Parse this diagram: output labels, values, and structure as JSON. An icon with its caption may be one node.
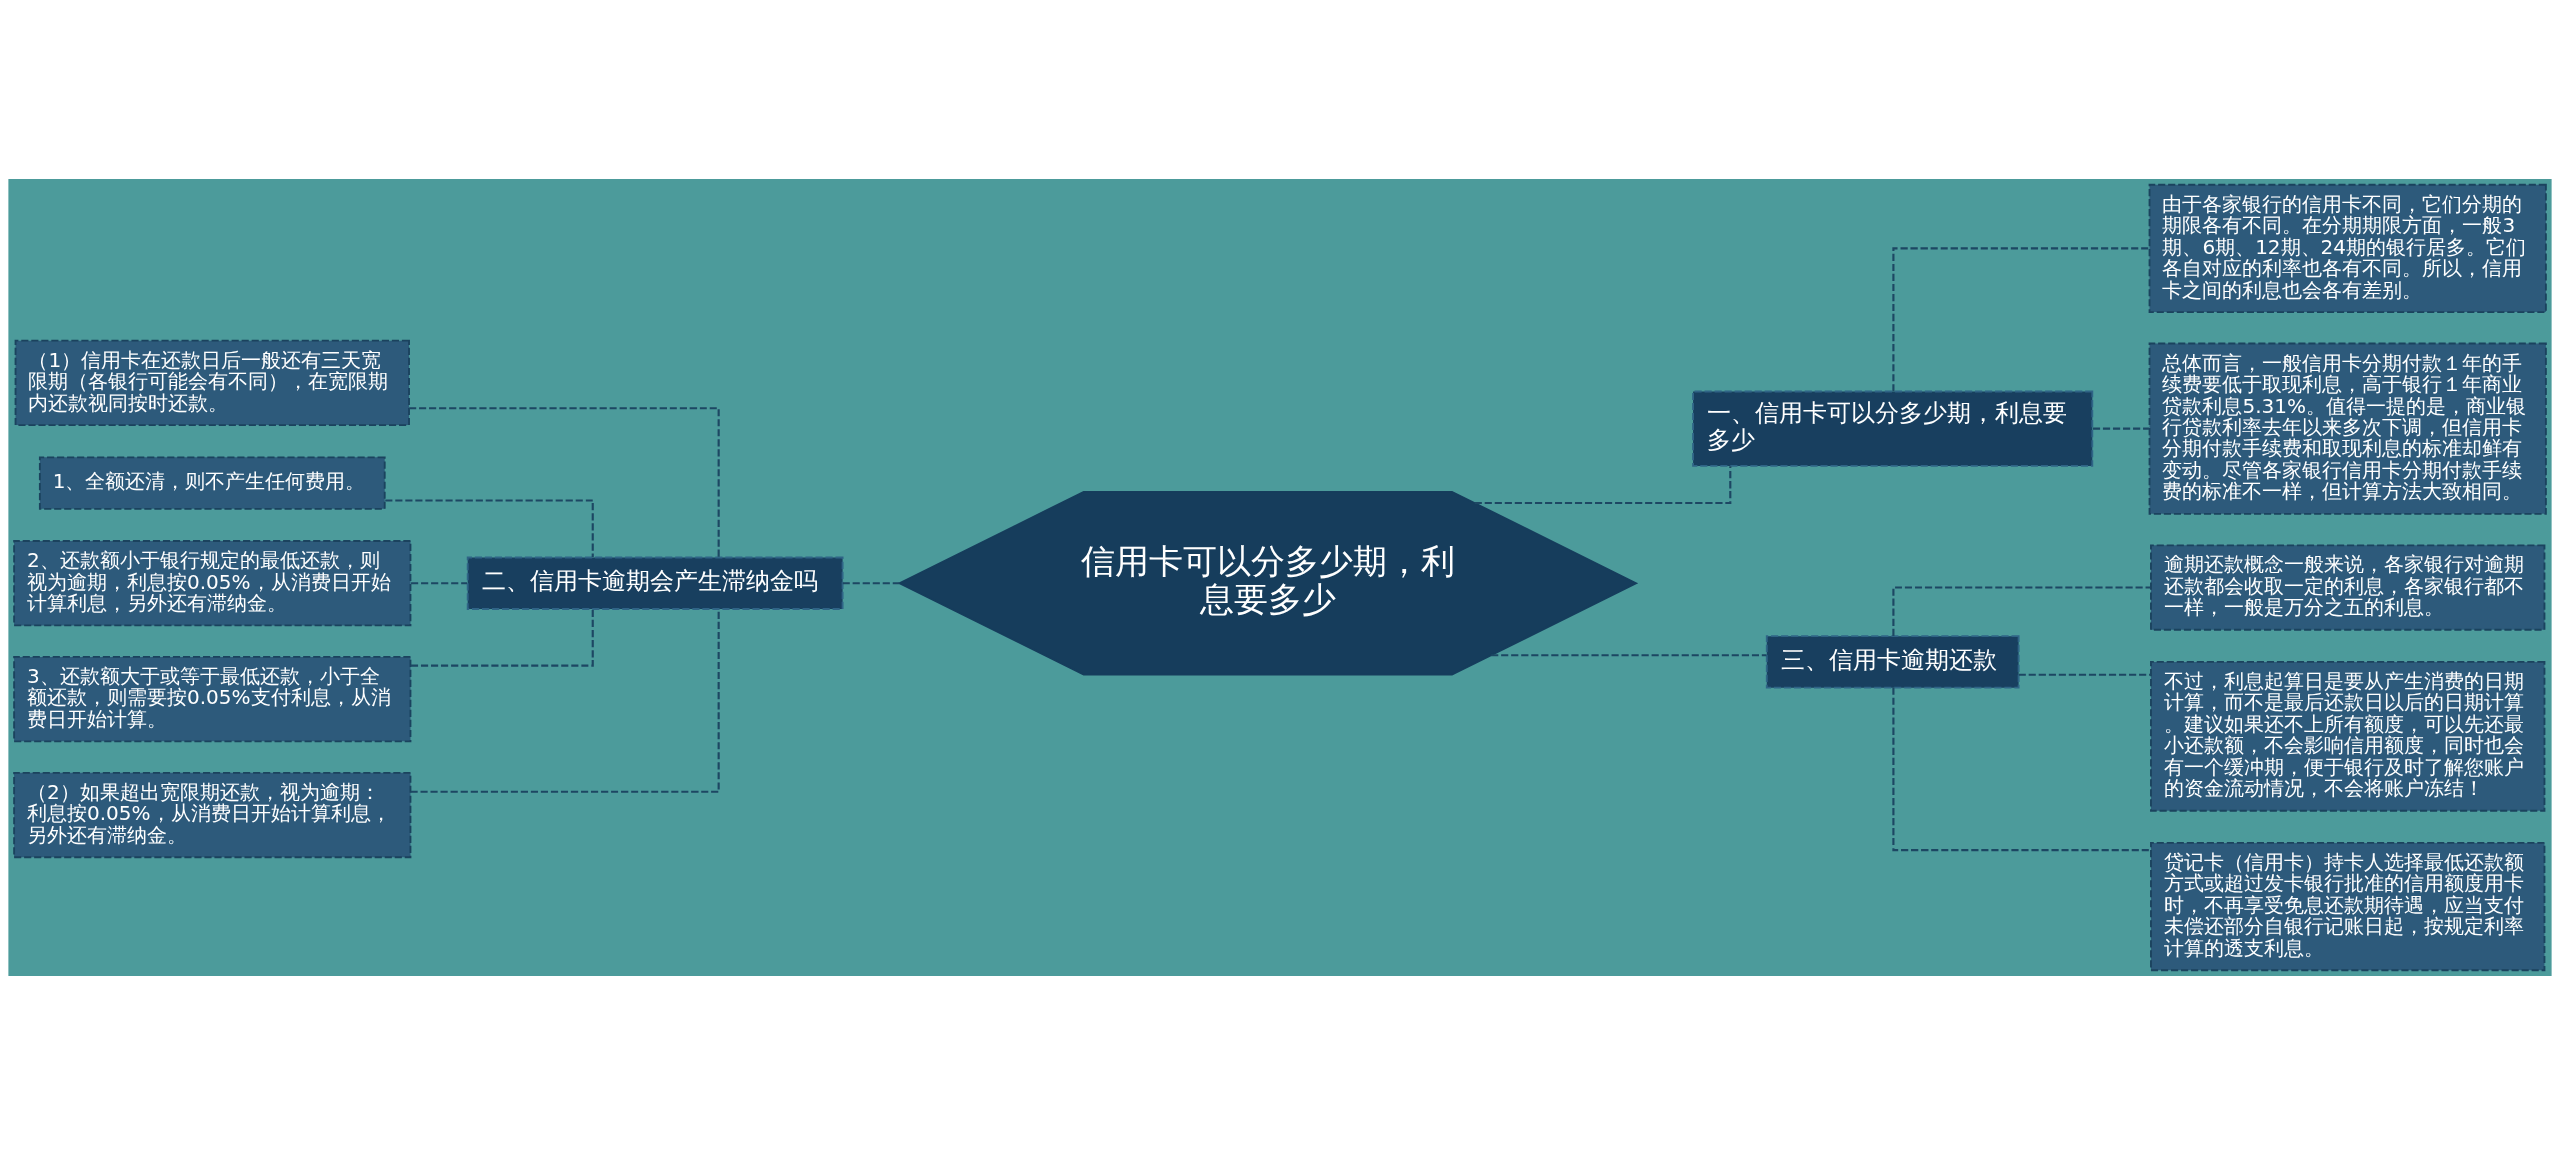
{
  "diagram": {
    "nodes": [
      {
        "text": [
          "信用卡可以分多少期，利息要多少"
        ]
      },
      {
        "text": [
          "一、信用卡可以分多少期，利息要多少"
        ]
      },
      {
        "text": [
          "由于各家银行的信用卡不同，它们分期的期限各有不同。在分期期限方面，一般3期、6期、12期、24期的银行居多。它们各自对应的利率也各有不同。所以，信用卡之间的利息也会各有差别。"
        ]
      },
      {
        "text": [
          "总体而言，一般信用卡分期付款１年的手续费要低于取现利息，高于银行１年商业贷款利息5.31%。值得一提的是，商业银行贷款利率去年以来多次下调，但信用卡分期付款手续费和取现利息的标准却鲜有变动。尽管各家银行信用卡分期付款手续费的标准不一样，但计算方法大致相同。"
        ]
      },
      {
        "text": [
          "二、信用卡逾期会产生滞纳金吗"
        ]
      },
      {
        "text": [
          "（1）信用卡在还款日后一般还有三天宽限期（各银行可能会有不同），在宽限期内还款视同按时还款。"
        ]
      },
      {
        "text": [
          "1、全额还清，则不产生任何费用。"
        ]
      },
      {
        "text": [
          "2、还款额小于银行规定的最低还款，则视为逾期，利息按0.05%，从消费日开始计算利息，另外还有滞纳金。"
        ]
      },
      {
        "text": [
          "3、还款额大于或等于最低还款，小于全额还款，则需要按0.05%支付利息，从消费日开始计算。"
        ]
      },
      {
        "text": [
          "（2）如果超出宽限期还款，视为逾期：利息按0.05%，从消费日开始计算利息，另外还有滞纳金。"
        ]
      },
      {
        "text": [
          "三、信用卡逾期还款"
        ]
      },
      {
        "text": [
          "逾期还款概念一般来说，各家银行对逾期还款都会收取一定的利息，各家银行都不一样，一般是万分之五的利息。"
        ]
      },
      {
        "text": [
          "不过，利息起算日是要从产生消费的日期计算，而不是最后还款日以后的日期计算。建议如果还不上所有额度，可以先还最小还款额，不会影响信用额度，同时也会有一个缓冲期，便于银行及时了解您账户的资金流动情况，不会将账户冻结！"
        ]
      },
      {
        "text": [
          "贷记卡（信用卡）持卡人选择最低还款额方式或超过发卡银行批准的信用额度用卡时，不再享受免息还款期待遇，应当支付未偿还部分自银行记账日起，按规定利率计算的透支利息。"
        ]
      }
    ],
    "edges": [
      {
        "from": 0,
        "to": 1,
        "arrow": "none",
        "style": "dashed"
      },
      {
        "from": 1,
        "to": 2,
        "arrow": "none",
        "style": "dashed"
      },
      {
        "from": 1,
        "to": 3,
        "arrow": "none",
        "style": "dashed"
      },
      {
        "from": 0,
        "to": 4,
        "arrow": "none",
        "style": "dashed"
      },
      {
        "from": 4,
        "to": 5,
        "arrow": "none",
        "style": "dashed"
      },
      {
        "from": 4,
        "to": 6,
        "arrow": "none",
        "style": "dashed"
      },
      {
        "from": 4,
        "to": 7,
        "arrow": "none",
        "style": "dashed"
      },
      {
        "from": 4,
        "to": 8,
        "arrow": "none",
        "style": "dashed"
      },
      {
        "from": 4,
        "to": 9,
        "arrow": "none",
        "style": "dashed"
      },
      {
        "from": 0,
        "to": 10,
        "arrow": "none",
        "style": "dashed"
      },
      {
        "from": 10,
        "to": 11,
        "arrow": "none",
        "style": "dashed"
      },
      {
        "from": 10,
        "to": 12,
        "arrow": "none",
        "style": "dashed"
      },
      {
        "from": 10,
        "to": 13,
        "arrow": "none",
        "style": "dashed"
      }
    ]
  }
}
